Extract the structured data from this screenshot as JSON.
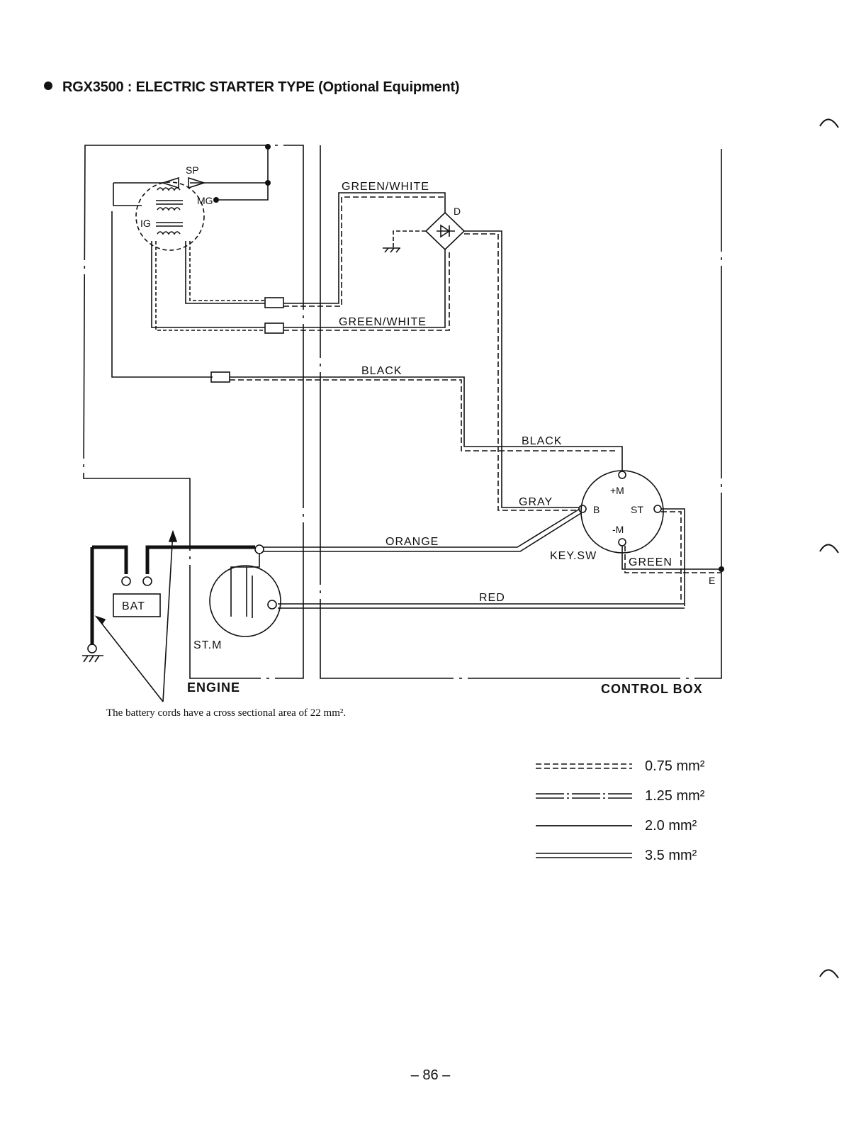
{
  "page": {
    "title": "RGX3500 : ELECTRIC STARTER TYPE (Optional Equipment)",
    "note": "The battery cords have a cross sectional area of 22 mm².",
    "page_number": "– 86 –"
  },
  "labels": {
    "sp": "SP",
    "mg": "MG",
    "ig": "IG",
    "d": "D",
    "green_white_1": "GREEN/WHITE",
    "green_white_2": "GREEN/WHITE",
    "black_1": "BLACK",
    "black_2": "BLACK",
    "gray": "GRAY",
    "orange": "ORANGE",
    "red": "RED",
    "green": "GREEN",
    "plus_m": "+M",
    "minus_m": "-M",
    "b": "B",
    "st": "ST",
    "key_sw": "KEY.SW",
    "e": "E",
    "bat": "BAT",
    "st_m": "ST.M",
    "engine": "ENGINE",
    "control_box": "CONTROL BOX"
  },
  "legend": [
    {
      "style": "dashed-double",
      "text": "0.75 mm²"
    },
    {
      "style": "dash-dot-double",
      "text": "1.25 mm²"
    },
    {
      "style": "single",
      "text": "2.0 mm²"
    },
    {
      "style": "double",
      "text": "3.5 mm²"
    }
  ]
}
